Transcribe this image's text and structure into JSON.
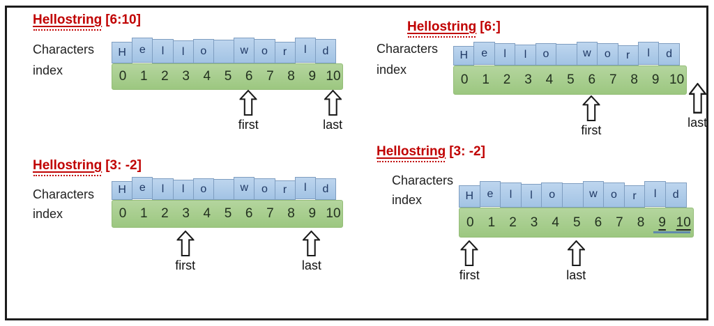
{
  "labels": {
    "characters": "Characters",
    "index": "index"
  },
  "string_letters": [
    "H",
    "e",
    "l",
    "l",
    "o",
    "",
    "w",
    "o",
    "r",
    "l",
    "d"
  ],
  "indices": [
    "0",
    "1",
    "2",
    "3",
    "4",
    "5",
    "6",
    "7",
    "8",
    "9",
    "10"
  ],
  "colors": {
    "title_red": "#C00000",
    "char_box_fill": "#A9C7E7",
    "char_box_border": "#7E9DC0",
    "char_letter": "#1F3864",
    "index_bar_fill": "#A9D08E",
    "index_bar_border": "#94BD77",
    "index_number": "#22301F",
    "underline_blue": "#5F88AC",
    "arrow_outline": "#1A1A1A"
  },
  "panels": [
    {
      "title_word": "Hellostring",
      "title_slice": "[6:10]",
      "arrows": [
        {
          "label": "first",
          "at_index": 6
        },
        {
          "label": "last",
          "at_index": 10
        }
      ]
    },
    {
      "title_word": "Hellostring",
      "title_slice": "[6:]",
      "arrows": [
        {
          "label": "first",
          "at_index": 6
        },
        {
          "label": "last",
          "at_index": 11
        }
      ]
    },
    {
      "title_word": "Hellostring",
      "title_slice": "[3: -2]",
      "arrows": [
        {
          "label": "first",
          "at_index": 3
        },
        {
          "label": "last",
          "at_index": 9
        }
      ]
    },
    {
      "title_word": "Hellostring",
      "title_slice": "[3: -2]",
      "arrows": [
        {
          "label": "first",
          "at_index": 0
        },
        {
          "label": "last",
          "at_index": 5
        }
      ],
      "indices_underlined": [
        9,
        10
      ]
    }
  ]
}
